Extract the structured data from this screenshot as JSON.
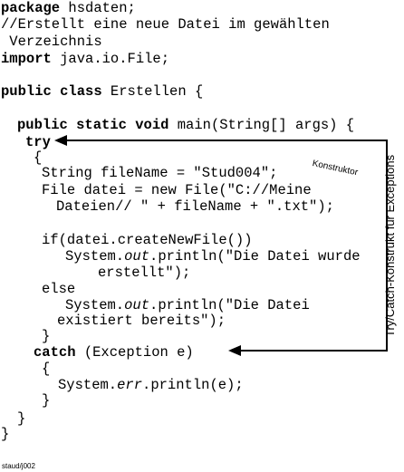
{
  "code": {
    "l1_kw": "package",
    "l1_rest": " hsdaten;",
    "l2": "//Erstellt eine neue Datei im gewählten",
    "l3": " Verzeichnis",
    "l4_kw": "import",
    "l4_rest": " java.io.File;",
    "l5_kw": "public class",
    "l5_rest": " Erstellen {",
    "l6_kw": "public static void",
    "l6_rest": " main(String[] args) {",
    "l7_kw": "try",
    "l8": "{",
    "l9": "String fileName = \"Stud004\";",
    "l10": "File datei = new File(\"C://Meine",
    "l11": "Dateien// \" + fileName + \".txt\");",
    "l12": "if(datei.createNewFile())",
    "l13_a": "System.",
    "l13_it": "out",
    "l13_b": ".println(\"Die Datei wurde",
    "l14": "erstellt\");",
    "l15": "else",
    "l16_a": "System.",
    "l16_it": "out",
    "l16_b": ".println(\"Die Datei",
    "l17": "existiert bereits\");",
    "l18": "}",
    "l19_kw": "catch",
    "l19_rest": " (Exception e)",
    "l20": "{",
    "l21_a": "System.",
    "l21_it": "err",
    "l21_b": ".println(e);",
    "l22": "}",
    "l23": "}",
    "l24": "}"
  },
  "annotations": {
    "konstruktor": "Konstruktor",
    "try_catch": "Try/Catch-Konstrukt für Exceptions"
  },
  "footer": {
    "id": "staud/j002"
  },
  "colors": {
    "text": "#000000",
    "arrow": "#000000"
  }
}
